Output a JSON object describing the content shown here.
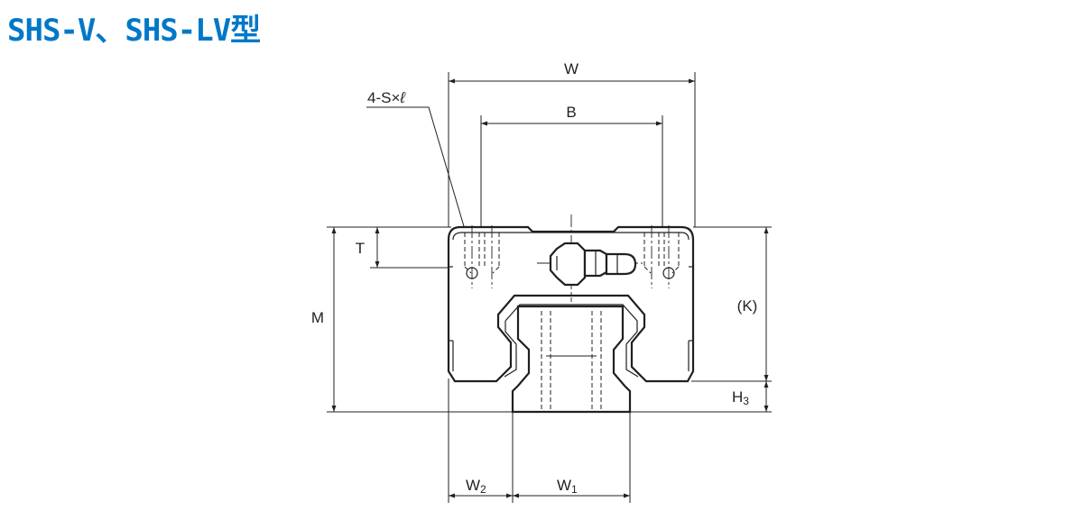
{
  "title": "SHS-V、SHS-LV型",
  "title_color": "#0078c8",
  "line_color": "#231f20",
  "labels": {
    "w": "W",
    "b": "B",
    "holes_main": "4-S×",
    "holes_ell": "ℓ",
    "t": "T",
    "m": "M",
    "k": "(K)",
    "h3_main": "H",
    "h3_sub": "3",
    "w2_main": "W",
    "w2_sub": "2",
    "w1_main": "W",
    "w1_sub": "1"
  }
}
